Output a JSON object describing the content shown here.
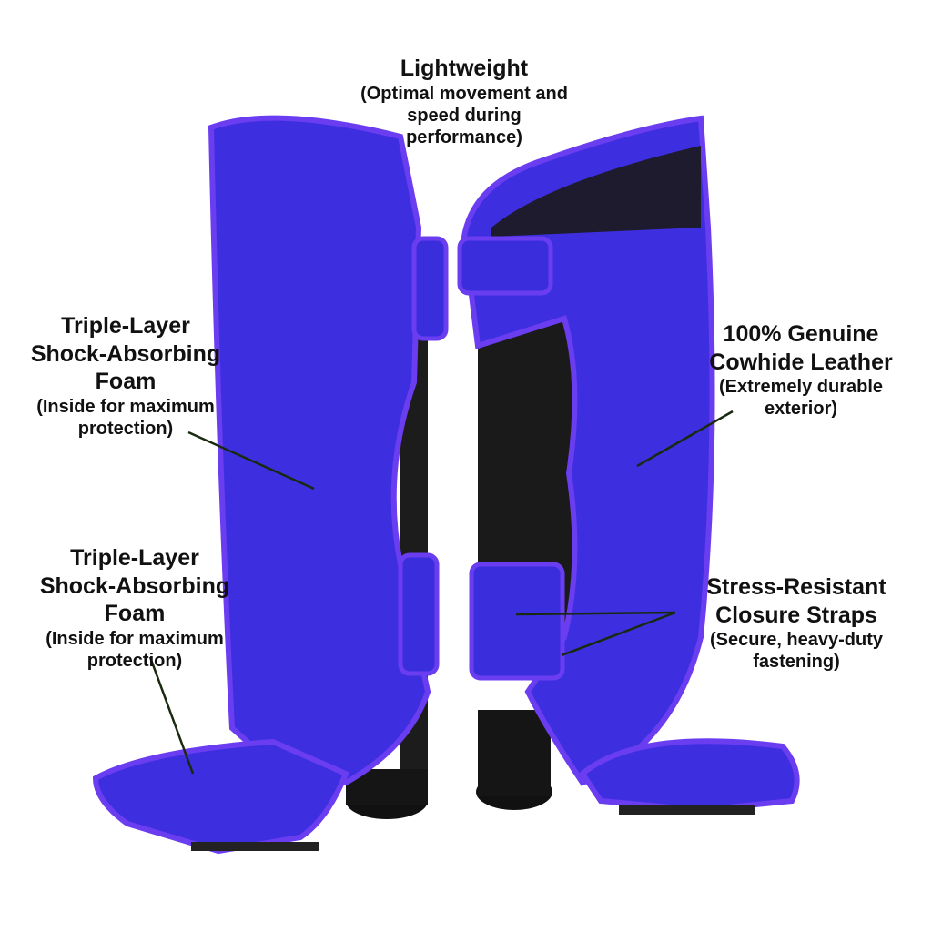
{
  "colors": {
    "leather": "#3d2fe0",
    "piping": "#6a3df0",
    "foam": "#1c1c1c",
    "leader": "#1a2a10"
  },
  "callouts": [
    {
      "title": "Lightweight",
      "subtitle": [
        "(Optimal movement and",
        "speed during",
        "performance)"
      ]
    },
    {
      "title": [
        "Triple-Layer",
        "Shock-Absorbing",
        "Foam"
      ],
      "subtitle": [
        "(Inside for maximum",
        "protection)"
      ]
    },
    {
      "title": [
        "Triple-Layer",
        "Shock-Absorbing",
        "Foam"
      ],
      "subtitle": [
        "(Inside for maximum",
        "protection)"
      ]
    },
    {
      "title": [
        "100% Genuine",
        "Cowhide Leather"
      ],
      "subtitle": [
        "(Extremely durable",
        "exterior)"
      ]
    },
    {
      "title": [
        "Stress-Resistant",
        "Closure Straps"
      ],
      "subtitle": [
        "(Secure, heavy-duty",
        "fastening)"
      ]
    }
  ]
}
